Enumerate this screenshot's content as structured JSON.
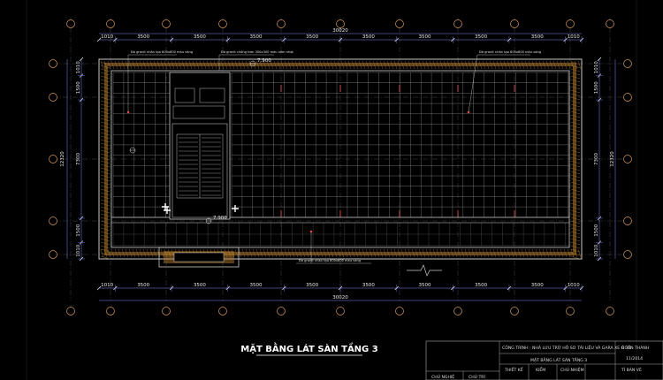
{
  "drawing": {
    "title": "MẶT BẰNG LÁT SÀN TẦNG 3",
    "top_dims": [
      "1010",
      "3500",
      "3500",
      "3500",
      "3500",
      "3500",
      "3500",
      "3500",
      "3500",
      "1010"
    ],
    "top_total": "30020",
    "bottom_dims": [
      "1010",
      "3500",
      "3500",
      "3500",
      "3500",
      "3500",
      "3500",
      "3500",
      "3500",
      "1010"
    ],
    "bottom_total": "30020",
    "left_dims": [
      "1010",
      "1500",
      "7300",
      "1500",
      "1010"
    ],
    "left_total": "12320",
    "right_dims": [
      "1010",
      "1500",
      "7300",
      "1500",
      "1010"
    ],
    "right_total": "12320",
    "level_top": "7.900",
    "level_stair": "7.900",
    "notes": {
      "n1": "Đá granit nhân tạo 600x600 màu vàng",
      "n2": "Đá granit chống trơn 300x300 màu xám nhạt",
      "n3": "Đá granit nhân tạo 600x600 màu vàng",
      "n4": "Đá granit nhân tạo 600x600 màu vàng"
    }
  },
  "title_block": {
    "project": "CÔNG TRÌNH : NHÀ LƯU TRỮ HỒ SƠ TÀI LIỆU VÀ GARA XE Ô TÔ",
    "sheet": "MẶT BẰNG LÁT SÀN TẦNG 3",
    "status": "HOÀN THÀNH",
    "date": "11/2014",
    "col1": "THIẾT KẾ",
    "col2": "KIỂM",
    "col3": "CHỦ NHIỆM",
    "col4": "TỈ BẢN VẼ",
    "row_a": "CHỦ NGHIỆ",
    "row_b": "CHỦ TRÌ"
  },
  "colors": {
    "background": "#000000",
    "grid_line": "#9a9a9a",
    "dimension": "#7f8cff",
    "wall": "#c8c8c8",
    "hatch": "#b07a2c",
    "bubble": "#d89a5a",
    "marker": "#ff3b3b"
  }
}
